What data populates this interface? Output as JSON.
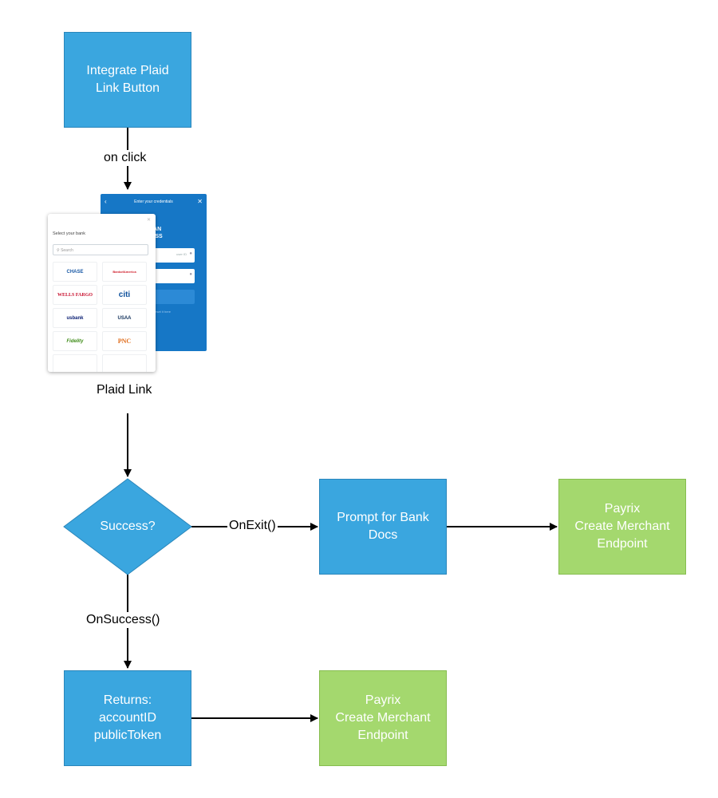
{
  "diagram": {
    "nodes": {
      "integrate": {
        "lines": [
          "Integrate Plaid",
          "Link Button"
        ],
        "color": "#3aa6df"
      },
      "success": {
        "label": "Success?",
        "color": "#3aa6df"
      },
      "prompt": {
        "lines": [
          "Prompt for Bank",
          "Docs"
        ],
        "color": "#3aa6df"
      },
      "payrix_top": {
        "lines": [
          "Payrix",
          "Create Merchant",
          "Endpoint"
        ],
        "color": "#a4d86e"
      },
      "returns": {
        "lines": [
          "Returns:",
          "accountID",
          "publicToken"
        ],
        "color": "#3aa6df"
      },
      "payrix_bottom": {
        "lines": [
          "Payrix",
          "Create Merchant",
          "Endpoint"
        ],
        "color": "#a4d86e"
      }
    },
    "edge_labels": {
      "on_click": "on click",
      "on_exit": "OnExit()",
      "on_success": "OnSuccess()"
    },
    "plaid_caption": "Plaid Link"
  },
  "plaid_mock": {
    "credentials_title": "Enter your credentials",
    "brand_partial": [
      "RICAN",
      "PRESS"
    ],
    "field_hint": "user ID",
    "submit_partial": "mit",
    "reset_partial": "? Reset it here",
    "select_title": "Select your bank",
    "search_placeholder": "Search",
    "banks": [
      {
        "name": "CHASE",
        "color": "#1a5aa6"
      },
      {
        "name": "BankofAmerica",
        "color": "#d0202d"
      },
      {
        "name": "WELLS FARGO",
        "color": "#c8102e"
      },
      {
        "name": "citi",
        "color": "#0b4f9c"
      },
      {
        "name": "usbank",
        "color": "#0c2074"
      },
      {
        "name": "USAA",
        "color": "#12315b"
      },
      {
        "name": "Fidelity",
        "color": "#3d8b16"
      },
      {
        "name": "PNC",
        "color": "#e06d1c"
      }
    ]
  }
}
